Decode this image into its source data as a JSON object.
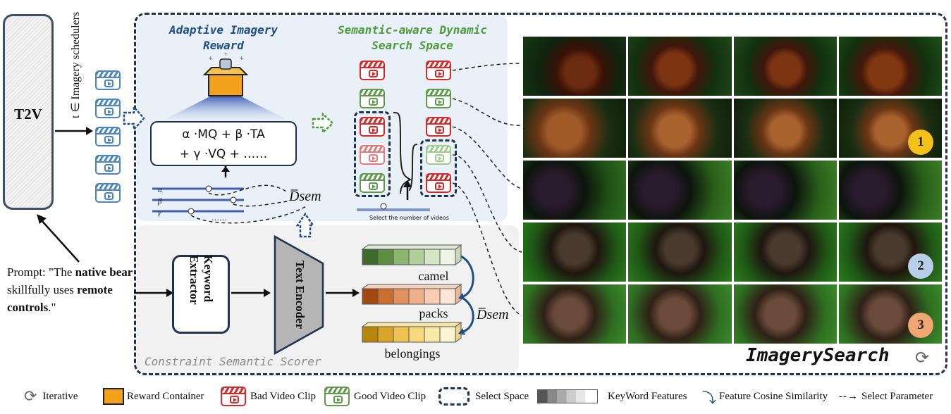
{
  "t2v_label": "T2V",
  "schedulers_label": "t ∈ Imagery schedulers",
  "prompt": {
    "prefix": "Prompt: \"The ",
    "b1": "native bear",
    "mid1": " skillfully uses ",
    "b2": "remote controls",
    "suffix": ".\""
  },
  "adaptive_reward_title": "Adaptive Imagery Reward",
  "search_space_title": "Semantic-aware Dynamic Search Space",
  "formula_line1": "α ·MQ + β ·TA",
  "formula_line2": "+ γ ·VQ + ……",
  "params": [
    "α",
    "β",
    "γ"
  ],
  "param_dots": "……",
  "d_sem": "D̅sem",
  "select_videos_label": "Select the number of videos",
  "keyword_extractor": "Keyword Extractor",
  "text_encoder": "Text Encoder",
  "keywords": [
    "camel",
    "packs",
    "belongings"
  ],
  "scorer_title": "Constraint Semantic Scorer",
  "imagery_search": "ImagerySearch",
  "medals": [
    "1",
    "2",
    "3"
  ],
  "colors": {
    "bad_clip": "#d32b2b",
    "good_clip": "#5f9a4e",
    "scheduler_clip": "#4b86c0",
    "frame": "#1f3250"
  },
  "legend": {
    "iterative": "Iterative",
    "reward_container": "Reward Container",
    "bad_clip": "Bad Video Clip",
    "good_clip": "Good Video Clip",
    "select_space": "Select Space",
    "keyword_features": "KeyWord Features",
    "cosine": "Feature Cosine Similarity",
    "select_param": "Select Parameter"
  }
}
